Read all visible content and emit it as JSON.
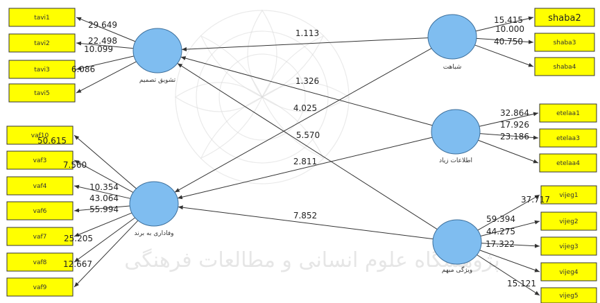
{
  "watermark_text": "پژوهشگاه علوم انسانی و مطالعات فرهنگی",
  "constructs": [
    {
      "id": "tashvigh",
      "label": "تشویق تصمیم"
    },
    {
      "id": "vafadari",
      "label": "وفاداری به برند"
    },
    {
      "id": "shabahat",
      "label": "شباهت"
    },
    {
      "id": "ettelaat",
      "label": "اطلاعات زیاد"
    },
    {
      "id": "vijegi",
      "label": "ویژگی مبهم"
    }
  ],
  "indicators": [
    {
      "id": "tavi1",
      "label": "tavi1",
      "construct": "tashvigh",
      "coef": "29.649"
    },
    {
      "id": "tavi2",
      "label": "tavi2",
      "construct": "tashvigh",
      "coef": "22.498"
    },
    {
      "id": "tavi3",
      "label": "tavi3",
      "construct": "tashvigh",
      "coef": "10.099"
    },
    {
      "id": "tavi5",
      "label": "tavi5",
      "construct": "tashvigh",
      "coef": "6.086"
    },
    {
      "id": "vaf10",
      "label": "vaf10",
      "construct": "vafadari",
      "coef": "50.615"
    },
    {
      "id": "vaf3",
      "label": "vaf3",
      "construct": "vafadari",
      "coef": "7.560"
    },
    {
      "id": "vaf4",
      "label": "vaf4",
      "construct": "vafadari",
      "coef": "10.354"
    },
    {
      "id": "vaf6",
      "label": "vaf6",
      "construct": "vafadari",
      "coef": "43.064"
    },
    {
      "id": "vaf7",
      "label": "vaf7",
      "construct": "vafadari",
      "coef": "55.994"
    },
    {
      "id": "vaf8",
      "label": "vaf8",
      "construct": "vafadari",
      "coef": "25.205"
    },
    {
      "id": "vaf9",
      "label": "vaf9",
      "construct": "vafadari",
      "coef": "12.667"
    },
    {
      "id": "shaba2",
      "label": "shaba2",
      "construct": "shabahat",
      "coef": "15.415"
    },
    {
      "id": "shaba3",
      "label": "shaba3",
      "construct": "shabahat",
      "coef": "10.000"
    },
    {
      "id": "shaba4",
      "label": "shaba4",
      "construct": "shabahat",
      "coef": "40.750"
    },
    {
      "id": "etelaa1",
      "label": "etelaa1",
      "construct": "ettelaat",
      "coef": "32.864"
    },
    {
      "id": "etelaa3",
      "label": "etelaa3",
      "construct": "ettelaat",
      "coef": "17.926"
    },
    {
      "id": "etelaa4",
      "label": "etelaa4",
      "construct": "ettelaat",
      "coef": "23.186"
    },
    {
      "id": "vijeg1",
      "label": "vijeg1",
      "construct": "vijegi",
      "coef": "37.717"
    },
    {
      "id": "vijeg2",
      "label": "vijeg2",
      "construct": "vijegi",
      "coef": "59.394"
    },
    {
      "id": "vijeg3",
      "label": "vijeg3",
      "construct": "vijegi",
      "coef": "44.275"
    },
    {
      "id": "vijeg4",
      "label": "vijeg4",
      "construct": "vijegi",
      "coef": "17.322"
    },
    {
      "id": "vijeg5",
      "label": "vijeg5",
      "construct": "vijegi",
      "coef": "15.121"
    }
  ],
  "paths": [
    {
      "from": "shabahat",
      "to": "tashvigh",
      "coef": "1.113"
    },
    {
      "from": "ettelaat",
      "to": "tashvigh",
      "coef": "1.326"
    },
    {
      "from": "shabahat",
      "to": "vafadari",
      "coef": "4.025"
    },
    {
      "from": "vijegi",
      "to": "tashvigh",
      "coef": "5.570"
    },
    {
      "from": "ettelaat",
      "to": "vafadari",
      "coef": "2.811"
    },
    {
      "from": "vijegi",
      "to": "vafadari",
      "coef": "7.852"
    }
  ]
}
